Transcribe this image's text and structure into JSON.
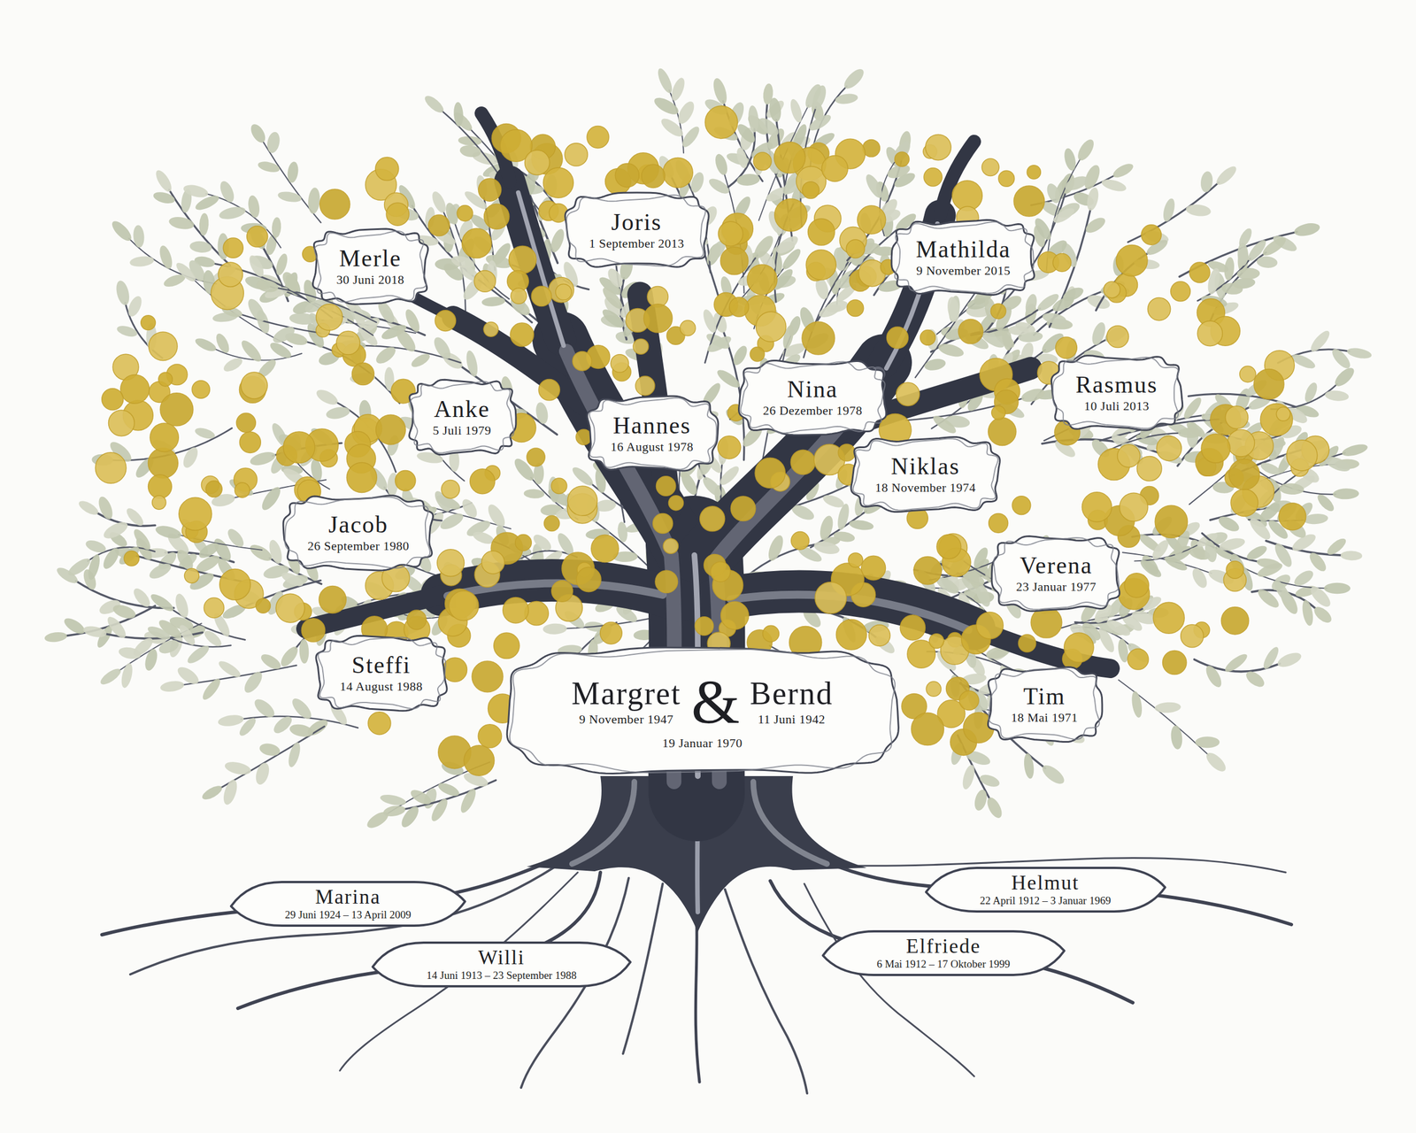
{
  "diagram": {
    "nodes": [
      {
        "text": [
          "Joris",
          "1 September 2013"
        ]
      },
      {
        "text": [
          "Merle",
          "30 Juni 2018"
        ]
      },
      {
        "text": [
          "Mathilda",
          "9 November 2015"
        ]
      },
      {
        "text": [
          "Nina",
          "26 Dezember 1978"
        ]
      },
      {
        "text": [
          "Rasmus",
          "10 Juli 2013"
        ]
      },
      {
        "text": [
          "Anke",
          "5 Juli 1979"
        ]
      },
      {
        "text": [
          "Hannes",
          "16 August 1978"
        ]
      },
      {
        "text": [
          "Niklas",
          "18 November 1974"
        ]
      },
      {
        "text": [
          "Jacob",
          "26 September 1980"
        ]
      },
      {
        "text": [
          "Verena",
          "23 Januar 1977"
        ]
      },
      {
        "text": [
          "Steffi",
          "14 August 1988"
        ]
      },
      {
        "text": [
          "Margret",
          "9 November 1947",
          "&",
          "Bernd",
          "11 Juni 1942",
          "19 Januar 1970"
        ]
      },
      {
        "text": [
          "Tim",
          "18 Mai 1971"
        ]
      },
      {
        "text": [
          "Helmut",
          "22 April 1912 – 3 Januar 1969"
        ]
      },
      {
        "text": [
          "Marina",
          "29 Juni 1924 – 13 April 2009"
        ]
      },
      {
        "text": [
          "Elfriede",
          "6 Mai 1912 – 17 Oktober 1999"
        ]
      },
      {
        "text": [
          "Willi",
          "14 Juni 1913 – 23 September 1988"
        ]
      }
    ]
  }
}
